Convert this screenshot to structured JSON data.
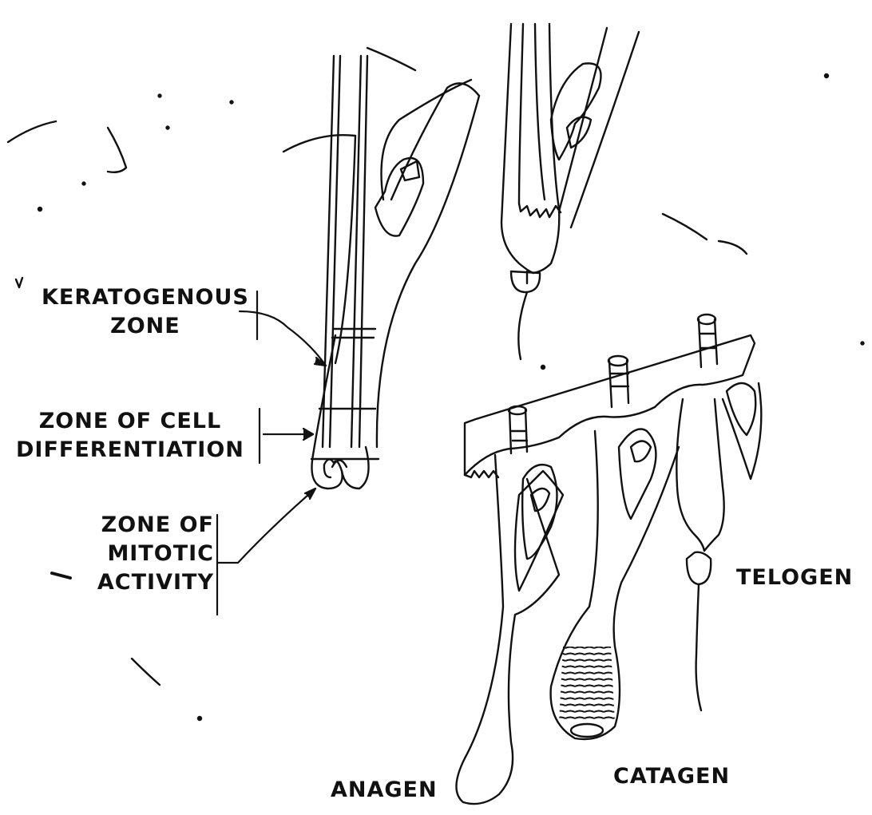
{
  "zone_labels": {
    "keratogenous": [
      "KERATOGENOUS",
      "ZONE"
    ],
    "differentiation": [
      "ZONE OF CELL",
      "DIFFERENTIATION"
    ],
    "mitotic": [
      "ZONE OF",
      "MITOTIC",
      "ACTIVITY"
    ]
  },
  "stage_labels": {
    "anagen": "ANAGEN",
    "catagen": "CATAGEN",
    "telogen": "TELOGEN"
  },
  "ink_color": "#111111"
}
